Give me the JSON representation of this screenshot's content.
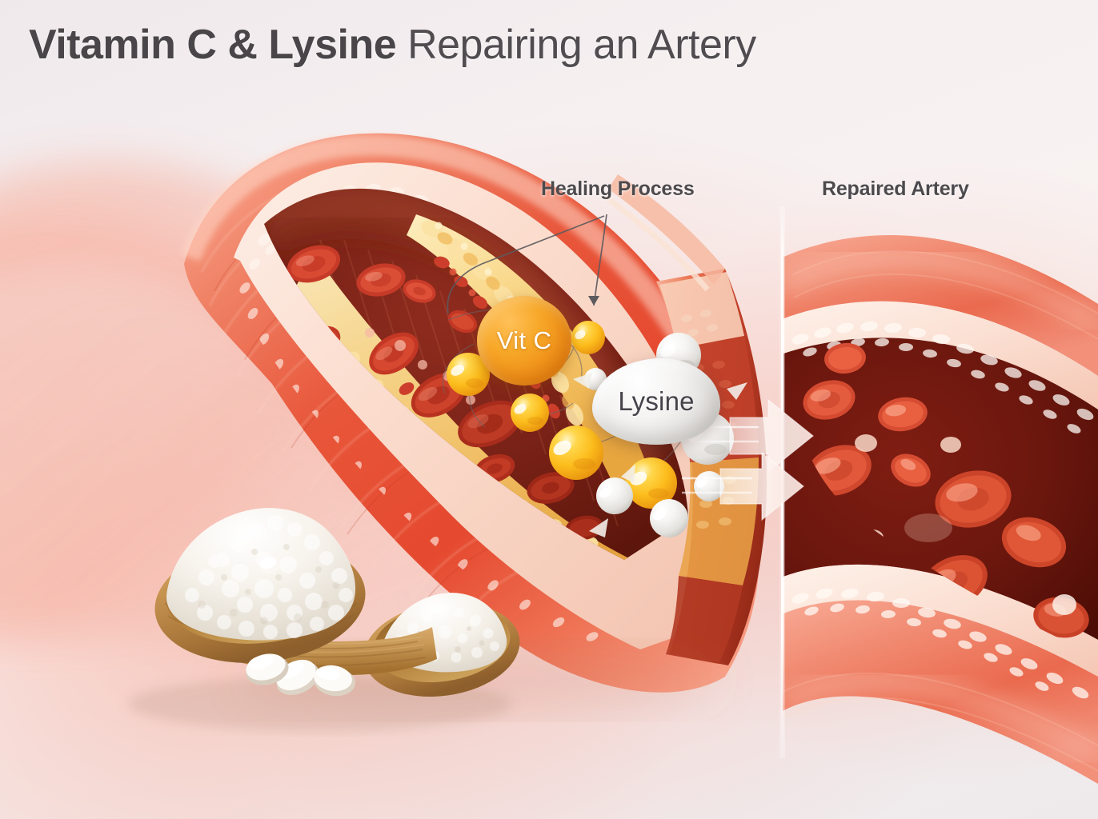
{
  "title": {
    "bold_part": "Vitamin C & Lysine",
    "regular_part": " Repairing an Artery"
  },
  "labels": {
    "healing": "Healing Process",
    "repaired": "Repaired Artery"
  },
  "callouts": {
    "vitamin_c": "Vit C",
    "lysine": "Lysine"
  },
  "colors": {
    "title_text": "#4a4548",
    "label_text": "#4d4a4d",
    "vitamin_c_orange": "#f5a623",
    "vitamin_c_orange_dark": "#e8821a",
    "lysine_white": "#f2f1ef",
    "plaque_yellow": "#f7cf84",
    "artery_wall_red": "#e8553a",
    "lumen_dark_red": "#7d2018",
    "rbc_red": "#d8412c",
    "background_pink": "#f6968 0",
    "divider_white": "#ffffff"
  },
  "illustration": {
    "diseased_artery": {
      "name": "diseased-artery-cross-section",
      "features": [
        "outer muscular wall",
        "pale intima layer",
        "yellow cholesterol plaque",
        "narrowed lumen",
        "red blood cells"
      ]
    },
    "repaired_artery": {
      "name": "repaired-artery-cross-section",
      "features": [
        "clear open lumen",
        "clean intima",
        "free-flowing red blood cells"
      ]
    },
    "supplement": {
      "name": "wooden-scoop-with-powder",
      "features": [
        "double-ended wooden scoop",
        "white supplement powder",
        "three white oval tablets"
      ]
    },
    "flow_arrows": {
      "count": 2,
      "direction": "right"
    },
    "leader_lines": {
      "count": 2,
      "from": "Healing Process label"
    }
  }
}
